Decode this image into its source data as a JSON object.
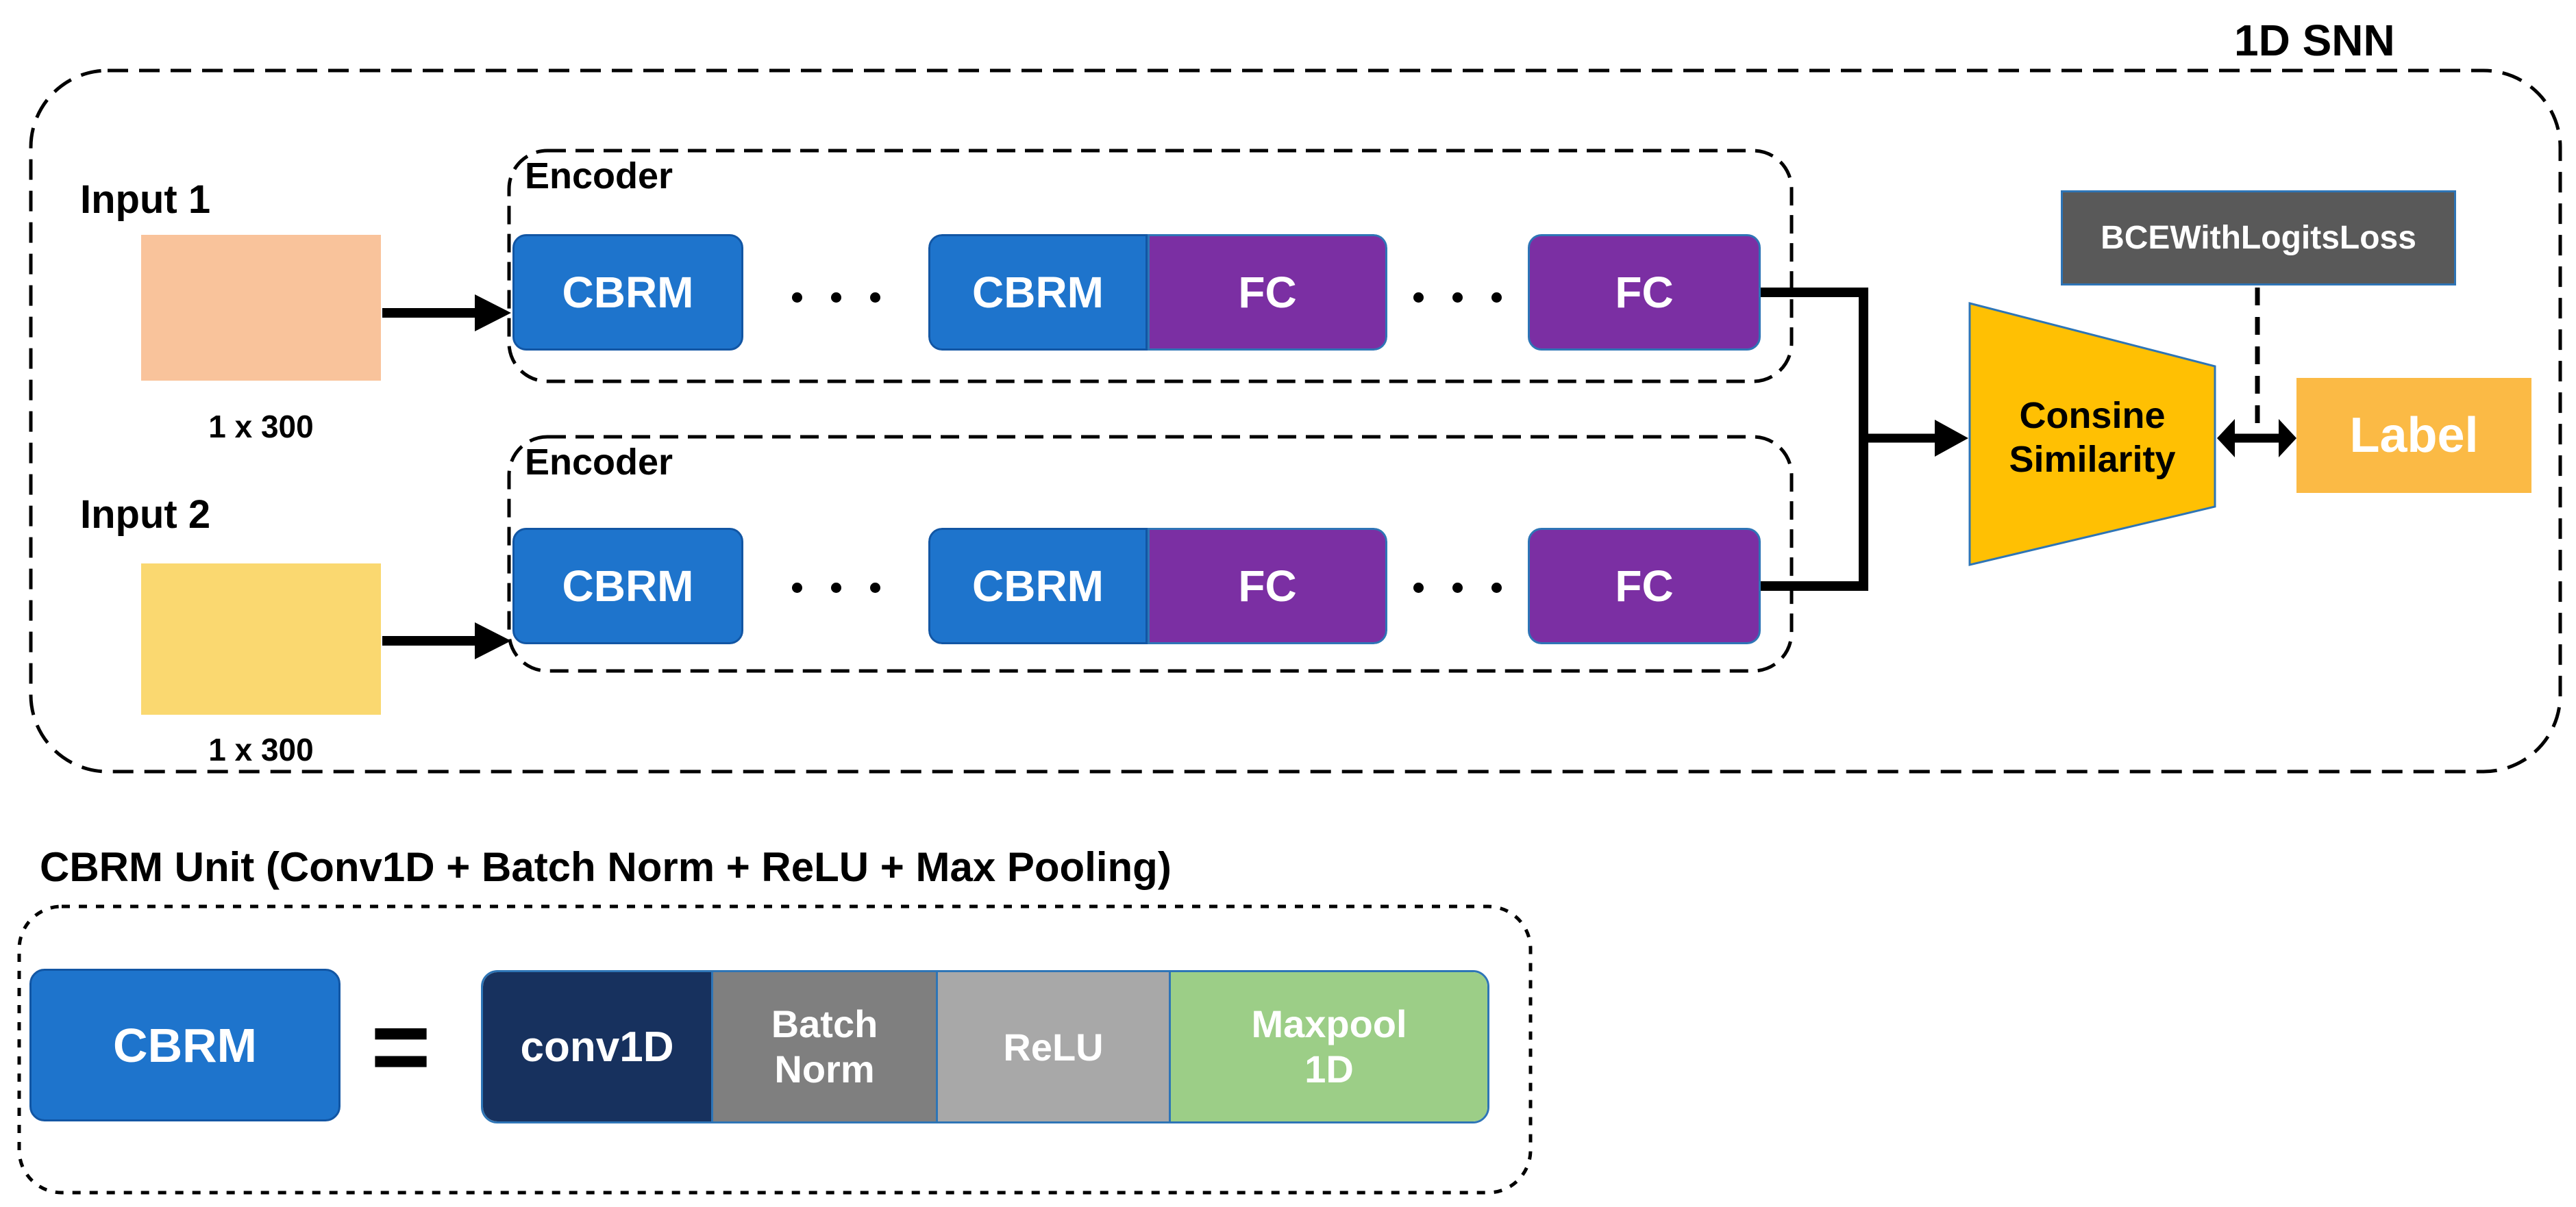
{
  "diagram": {
    "title": "1D SNN",
    "input1": {
      "label": "Input 1",
      "dim": "1 x 300"
    },
    "input2": {
      "label": "Input 2",
      "dim": "1 x 300"
    },
    "encoder1": {
      "label": "Encoder",
      "cbrm_first": "CBRM",
      "cbrm_last": "CBRM",
      "fc_first": "FC",
      "fc_last": "FC"
    },
    "encoder2": {
      "label": "Encoder",
      "cbrm_first": "CBRM",
      "cbrm_last": "CBRM",
      "fc_first": "FC",
      "fc_last": "FC"
    },
    "loss": {
      "label": "BCEWithLogitsLoss"
    },
    "similarity": {
      "line1": "Consine",
      "line2": "Similarity"
    },
    "output": {
      "label": "Label"
    }
  },
  "cbrm_unit": {
    "title": "CBRM Unit (Conv1D + Batch Norm + ReLU + Max Pooling)",
    "cbrm": "CBRM",
    "equals": "=",
    "conv": "conv1D",
    "batch_line1": "Batch",
    "batch_line2": "Norm",
    "relu": "ReLU",
    "maxpool_line1": "Maxpool",
    "maxpool_line2": "1D"
  },
  "colors": {
    "cbrm_blue": "#1E74CC",
    "cbrm_blue_border": "#1256A4",
    "fc_purple": "#7B2FA3",
    "fc_border_blue": "#2E75B6",
    "input1_peach": "#F9C39B",
    "input2_yellow": "#FAD870",
    "cosine_gold": "#FFC003",
    "label_amber": "#FBBA45",
    "loss_gray": "#595959",
    "conv_navy": "#17315E",
    "batch_gray": "#7F7F7F",
    "relu_gray": "#A8A8A8",
    "maxpool_green": "#9CCE87"
  }
}
